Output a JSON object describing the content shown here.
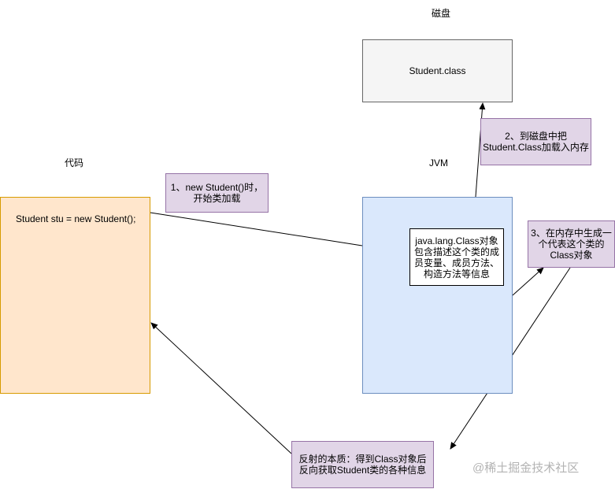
{
  "labels": {
    "disk": "磁盘",
    "code": "代码",
    "jvm": "JVM"
  },
  "disk_box": {
    "text": "Student.class"
  },
  "code_box": {
    "text": "Student stu = new Student();"
  },
  "class_object_box": {
    "lines": [
      "java.lang.Class对象",
      "包含描述这个类的成",
      "员变量、成员方法、",
      "构造方法等信息"
    ]
  },
  "notes": {
    "step1": [
      "1、new Student()时，",
      "开始类加载"
    ],
    "step2": [
      "2、到磁盘中把",
      "Student.Class加载入内存"
    ],
    "step3": [
      "3、在内存中生成一",
      "个代表这个类的",
      "Class对象"
    ],
    "reflection": [
      "反射的本质：得到Class对象后",
      "反向获取Student类的各种信息"
    ]
  },
  "watermark": "@稀土掘金技术社区"
}
